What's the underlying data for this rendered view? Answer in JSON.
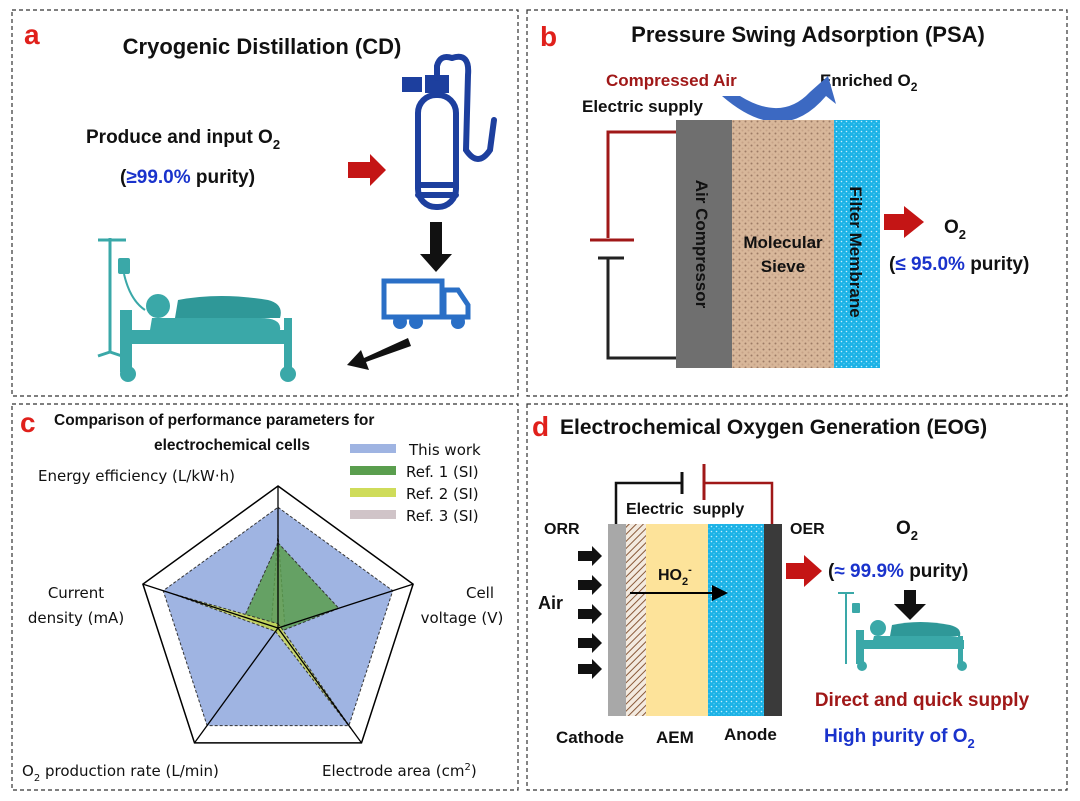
{
  "panel_a": {
    "letter": "a",
    "title": "Cryogenic Distillation (CD)",
    "produce_text": "Produce and input O",
    "produce_sub": "2",
    "purity_open": "(",
    "purity_value": "≥99.0%",
    "purity_close": " purity)"
  },
  "panel_b": {
    "letter": "b",
    "title": "Pressure Swing Adsorption (PSA)",
    "compressed_air": "Compressed Air",
    "enriched": "Enriched O",
    "enriched_sub": "2",
    "electric_supply": "Electric supply",
    "air_compressor": "Air Compressor",
    "molecular": "Molecular",
    "sieve": "Sieve",
    "filter_membrane": "Filter Membrane",
    "o2": "O",
    "o2_sub": "2",
    "purity_open": "(",
    "purity_value": "≤ 95.0%",
    "purity_close": " purity)"
  },
  "panel_c": {
    "letter": "c",
    "title_line1": "Comparison of performance parameters for",
    "title_line2": "electrochemical cells",
    "axis_energy": "Energy efficiency (L/kW·h)",
    "axis_voltage_1": "Cell",
    "axis_voltage_2": "voltage (V)",
    "axis_electrode": "Electrode area (cm",
    "axis_electrode_sup": "2",
    "axis_electrode_end": ")",
    "axis_production": "O",
    "axis_production_sub": "2",
    "axis_production_rest": " production rate (L/min)",
    "axis_current_1": "Current",
    "axis_current_2": "density (mA)",
    "legend": [
      "This work",
      "Ref. 1 (SI)",
      "Ref. 2 (SI)",
      "Ref. 3 (SI)"
    ],
    "colors": [
      "#9fb4e2",
      "#5a9e4e",
      "#cfdc5a",
      "#d0c4c8"
    ],
    "radar": {
      "axes_order": [
        "Energy efficiency",
        "Cell voltage",
        "Electrode area",
        "O2 production rate",
        "Current density"
      ],
      "series": [
        {
          "name": "This work",
          "values": [
            0.85,
            0.85,
            0.85,
            0.85,
            0.85
          ]
        },
        {
          "name": "Ref. 1 (SI)",
          "values": [
            0.6,
            0.45,
            0.03,
            0.03,
            0.25
          ]
        },
        {
          "name": "Ref. 2 (SI)",
          "values": [
            0.03,
            0.02,
            0.9,
            0.03,
            0.78
          ]
        },
        {
          "name": "Ref. 3 (SI)",
          "values": [
            0.66,
            0.05,
            0.03,
            0.02,
            0.05
          ]
        }
      ]
    }
  },
  "panel_d": {
    "letter": "d",
    "title": "Electrochemical Oxygen Generation (EOG)",
    "electric_supply": "Electric  supply",
    "orr": "ORR",
    "oer": "OER",
    "air": "Air",
    "ho2": "HO",
    "ho2_sub": "2",
    "ho2_sup": "-",
    "o2": "O",
    "o2_sub": "2",
    "purity_open": "(",
    "purity_value": "≈ 99.9%",
    "purity_close": " purity)",
    "cathode": "Cathode",
    "aem": "AEM",
    "anode": "Anode",
    "direct_supply": "Direct and quick supply",
    "high_purity": "High purity of O",
    "high_purity_sub": "2"
  }
}
